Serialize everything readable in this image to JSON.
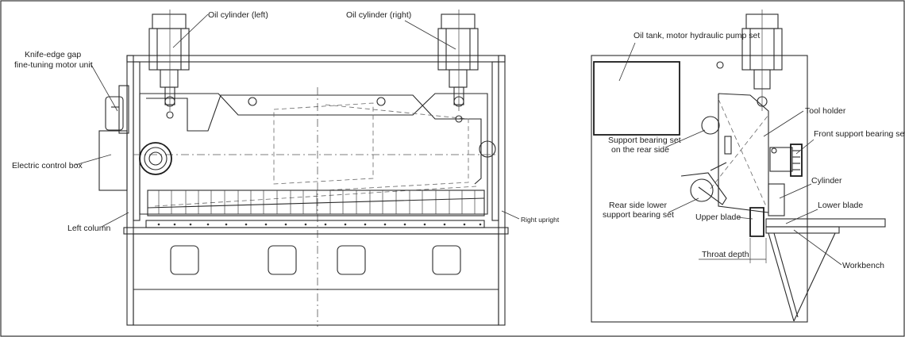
{
  "labels": {
    "oil_cyl_left": "Oil cylinder (left)",
    "oil_cyl_right": "Oil cylinder (right)",
    "knife_gap_1": "Knife-edge gap",
    "knife_gap_2": "fine-tuning motor unit",
    "electric_box": "Electric control box",
    "left_column": "Left column",
    "right_upright": "Right upright",
    "oil_tank": "Oil tank, motor hydraulic pump set",
    "tool_holder": "Tool holder",
    "support_rear_1": "Support bearing set",
    "support_rear_2": "on the rear side",
    "front_support": "Front support bearing set",
    "cylinder": "Cylinder",
    "rear_lower_1": "Rear side lower",
    "rear_lower_2": "support bearing set",
    "upper_blade": "Upper blade",
    "lower_blade": "Lower blade",
    "throat_depth": "Throat depth",
    "workbench": "Workbench"
  }
}
